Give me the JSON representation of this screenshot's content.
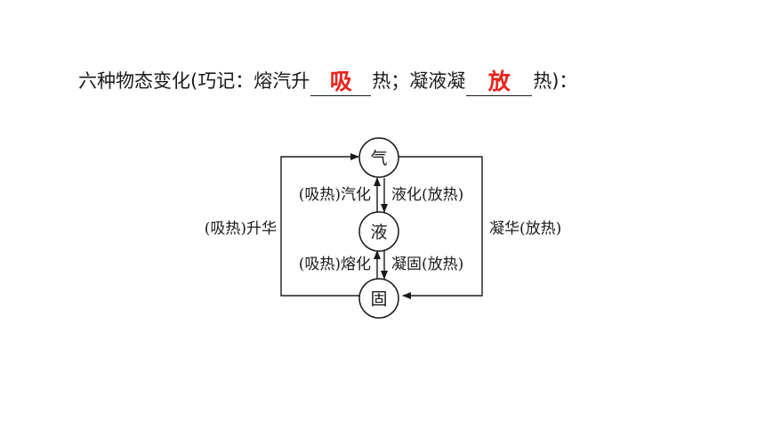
{
  "heading": {
    "prefix": "六种物态变化(巧记：熔汽升",
    "answer1": "吸",
    "middle": "热；凝液凝",
    "answer2": "放",
    "suffix": "热)："
  },
  "answer_color": "#e8231c",
  "diagram": {
    "nodes": {
      "gas": "气",
      "liquid": "液",
      "solid": "固"
    },
    "labels": {
      "vaporize": "(吸热)汽化",
      "liquefy": "液化(放热)",
      "melt": "(吸热)熔化",
      "freeze": "凝固(放热)",
      "sublime": "(吸热)升华",
      "deposit": "凝华(放热)"
    }
  }
}
